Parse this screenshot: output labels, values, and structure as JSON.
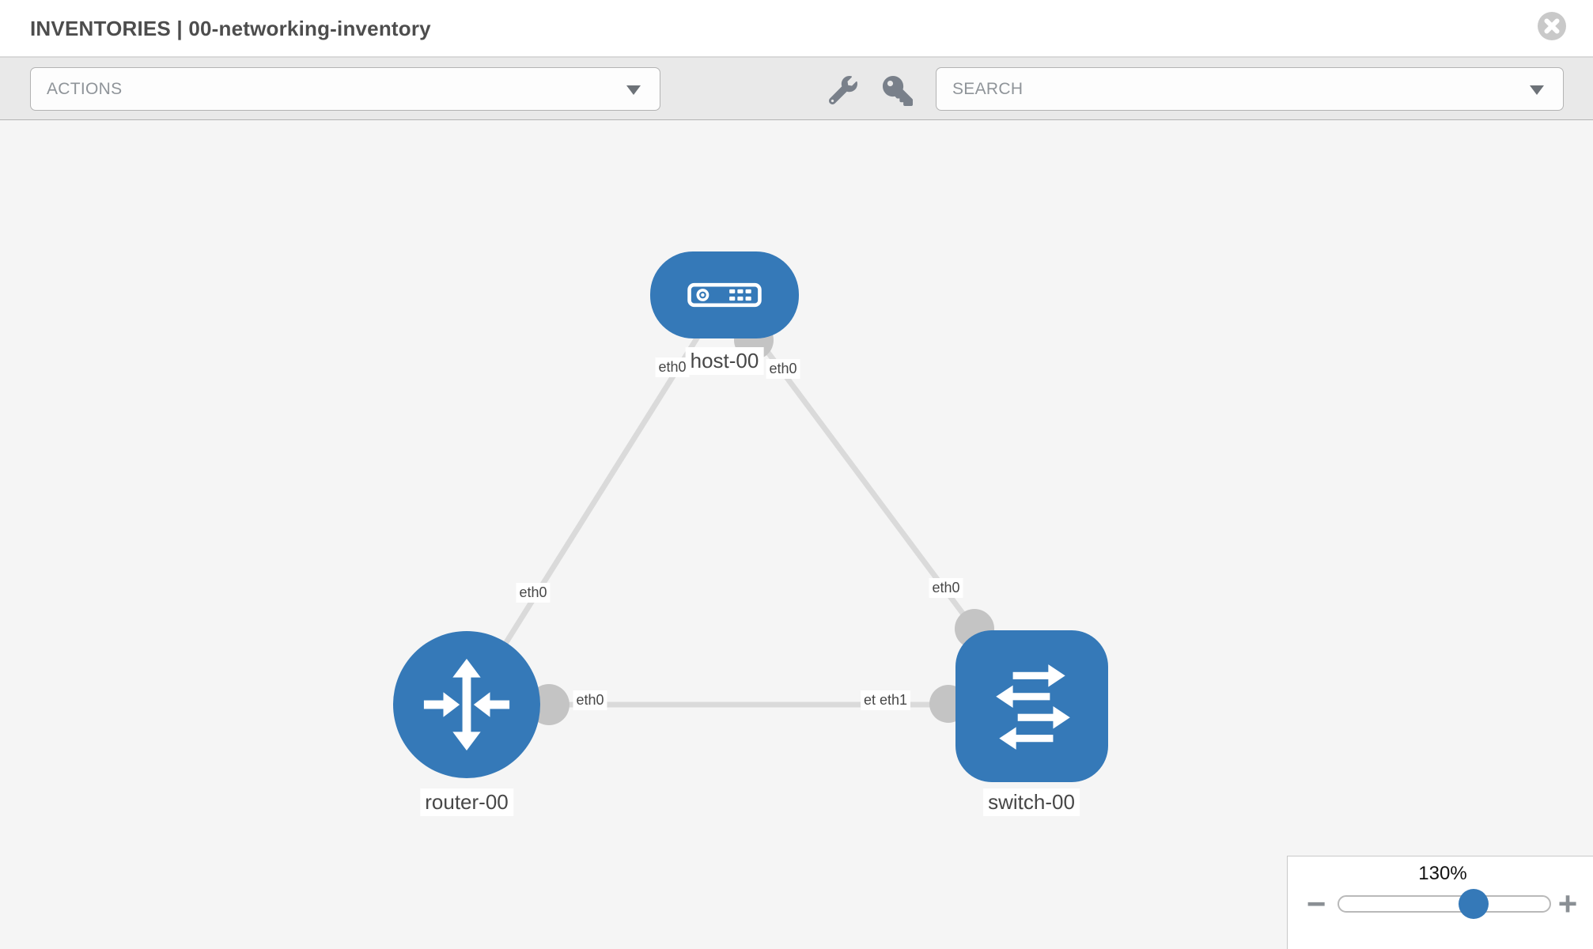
{
  "header": {
    "section_label": "INVENTORIES",
    "separator": " | ",
    "inventory_name": "00-networking-inventory",
    "close_icon": "circle-x-icon"
  },
  "toolbar": {
    "actions_label": "ACTIONS",
    "search_label": "SEARCH",
    "tool_icons": [
      "wrench-icon",
      "key-icon"
    ],
    "caret_icon": "caret-down"
  },
  "topology": {
    "nodes": [
      {
        "id": "host-00",
        "type": "host",
        "label": "host-00"
      },
      {
        "id": "router-00",
        "type": "router",
        "label": "router-00"
      },
      {
        "id": "switch-00",
        "type": "switch",
        "label": "switch-00"
      }
    ],
    "links": [
      {
        "from": "host-00",
        "to": "router-00",
        "from_interface": "eth0",
        "to_interface": "eth0"
      },
      {
        "from": "host-00",
        "to": "switch-00",
        "from_interface": "eth0",
        "to_interface": "eth0"
      },
      {
        "from": "router-00",
        "to": "switch-00",
        "from_interface": "eth0",
        "to_interface": "eth1",
        "overlapped_interface_label": "eth0"
      }
    ]
  },
  "zoom_control": {
    "value": "130%",
    "zoom_out": "−",
    "zoom_in": "+"
  },
  "colors": {
    "node_blue": "#3579b8",
    "link_gray": "#dadada",
    "connector_gray": "#c4c4c4",
    "canvas_bg": "#f5f5f5",
    "toolbar_bg": "#e9e9e9",
    "title_text": "#4d4d4d"
  }
}
